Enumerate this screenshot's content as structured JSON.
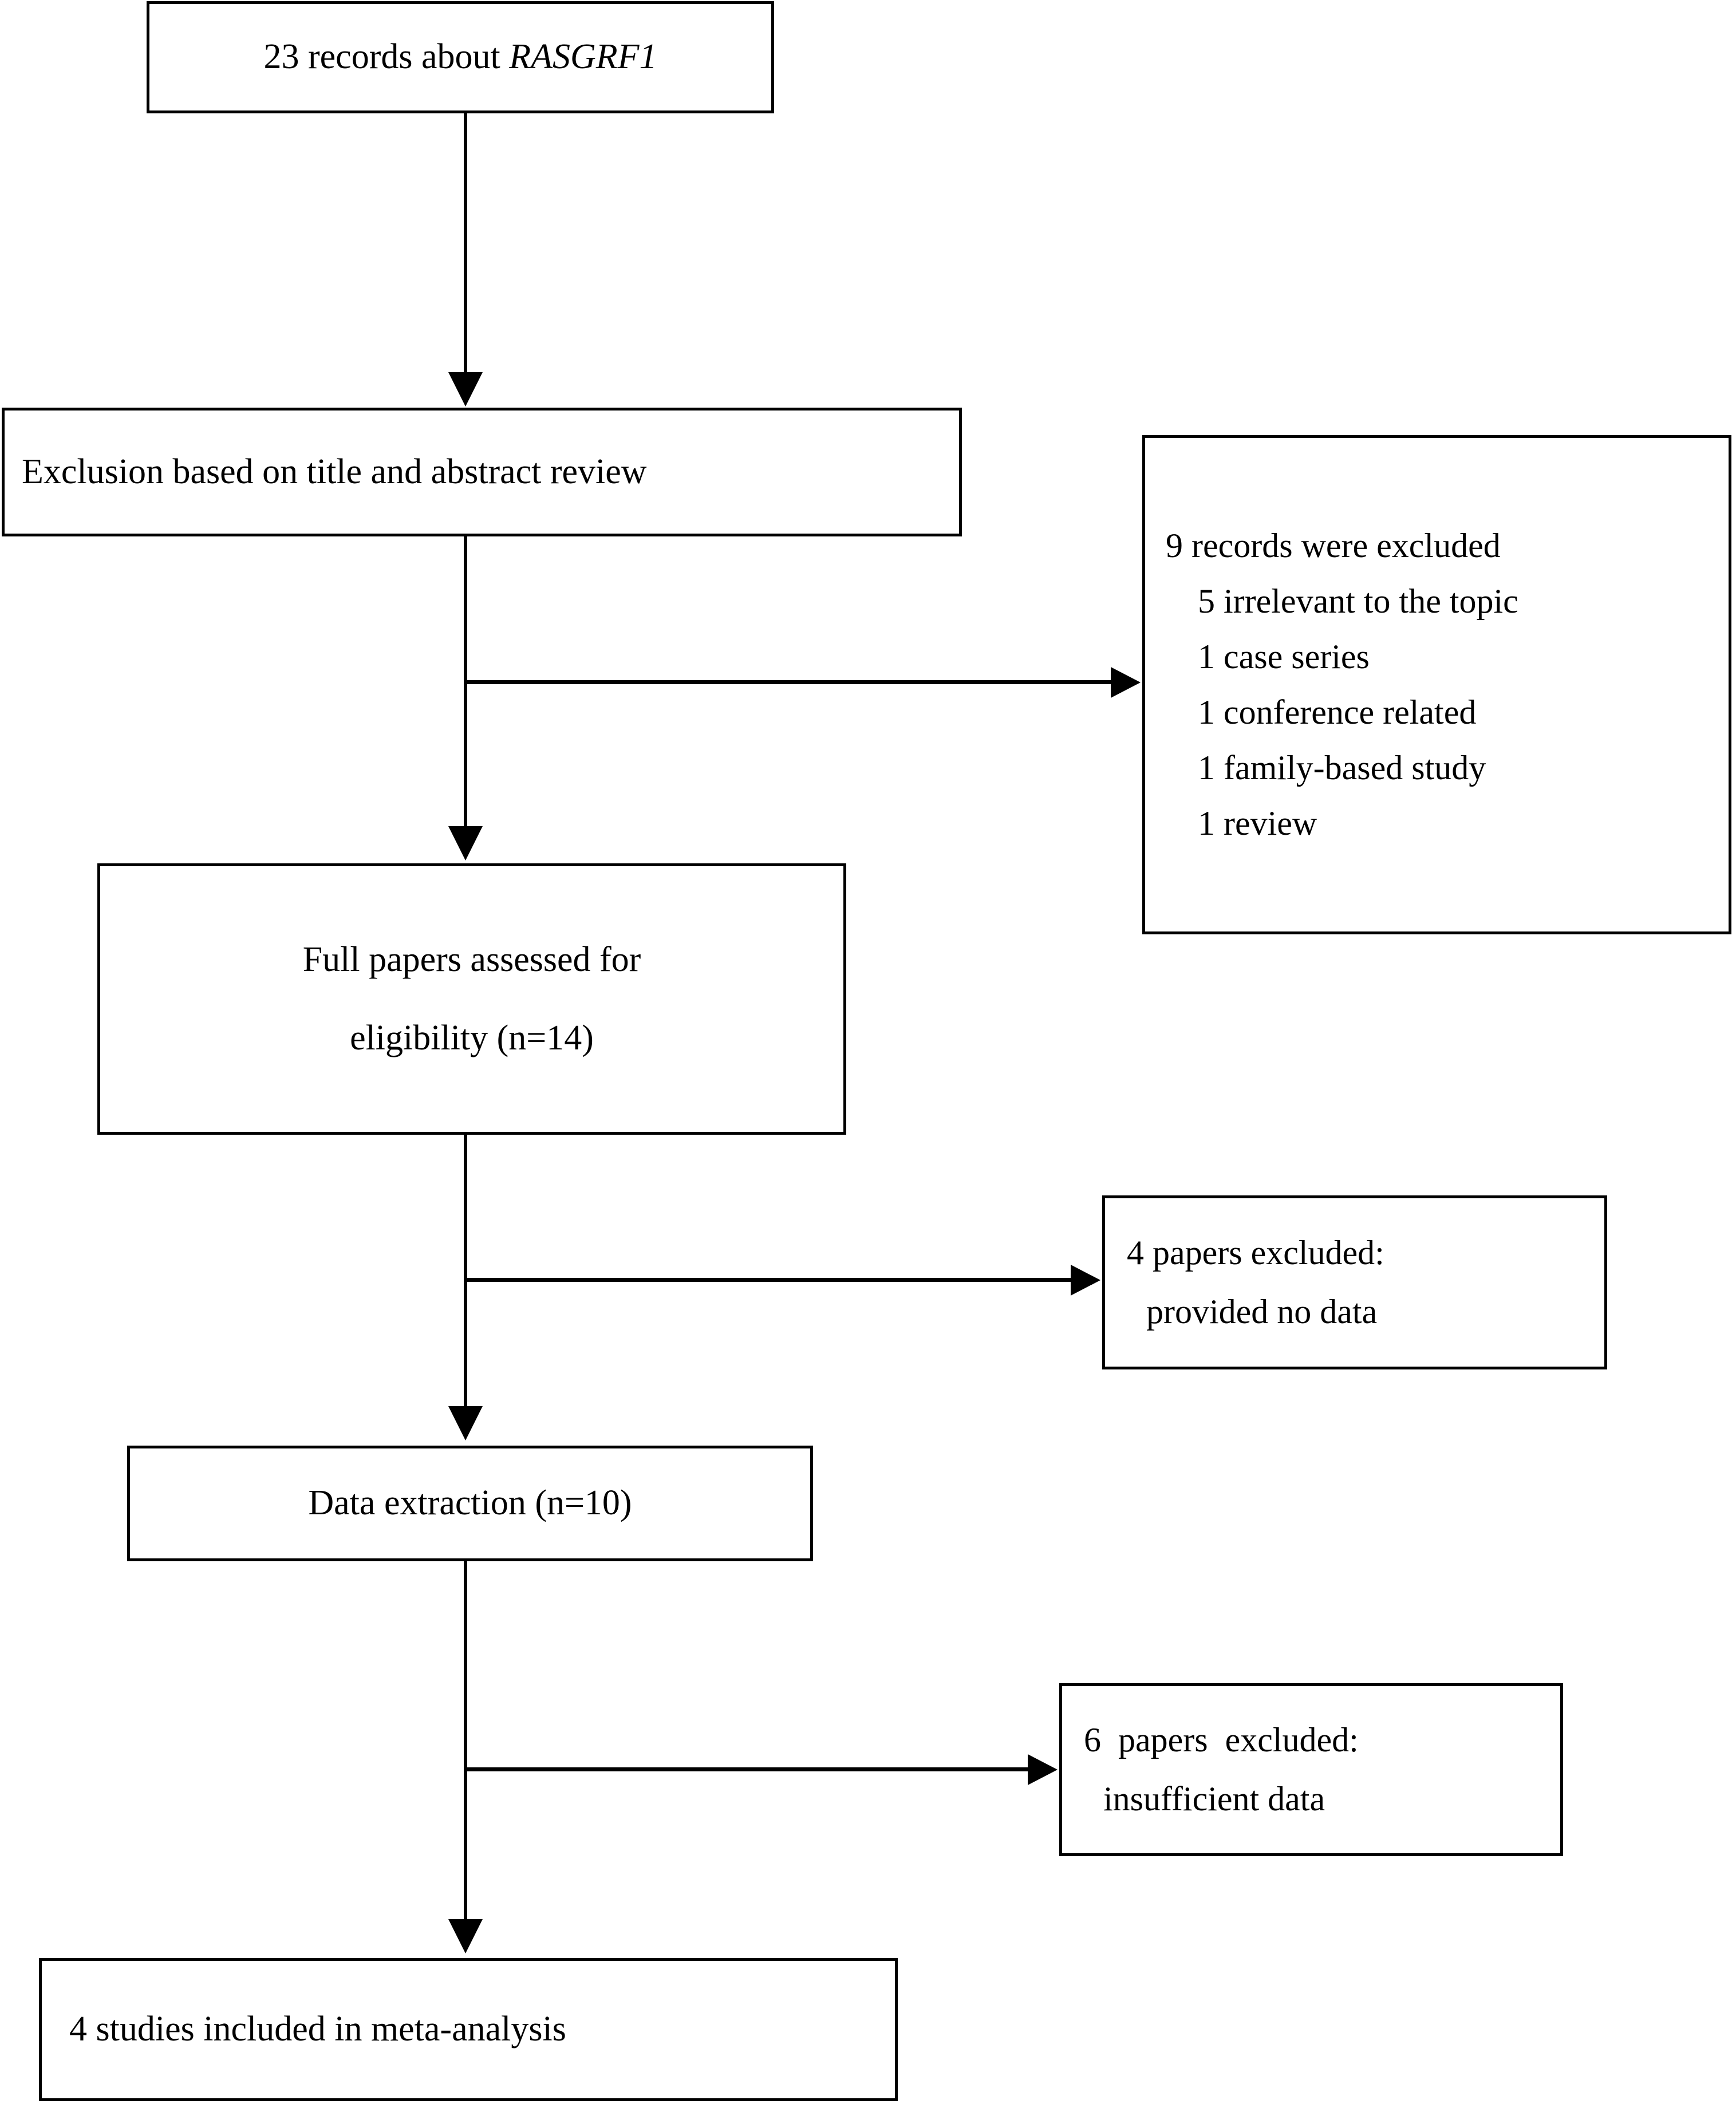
{
  "diagram": {
    "title": "PRISMA study selection flow diagram",
    "stroke_color": "#000000",
    "background_color": "#ffffff"
  },
  "nodes": {
    "records": {
      "prefix": "23 records about ",
      "gene": "RASGRF1"
    },
    "exclusion_step": {
      "text": "Exclusion based on title and abstract review"
    },
    "exclusion_list": {
      "heading": "9 records were excluded",
      "items": [
        "5 irrelevant to the topic",
        "1 case series",
        "1 conference related",
        "1 family-based study",
        "1 review"
      ]
    },
    "full_papers": {
      "line1": "Full papers assessed for",
      "line2": "eligibility (n=14)"
    },
    "excluded_4": {
      "line1": "4 papers excluded:",
      "line2": "provided no data"
    },
    "data_extraction": {
      "text": "Data extraction (n=10)"
    },
    "excluded_6": {
      "line1": "6  papers  excluded:",
      "line2": "insufficient data"
    },
    "included": {
      "text": "4 studies included in meta-analysis"
    }
  }
}
